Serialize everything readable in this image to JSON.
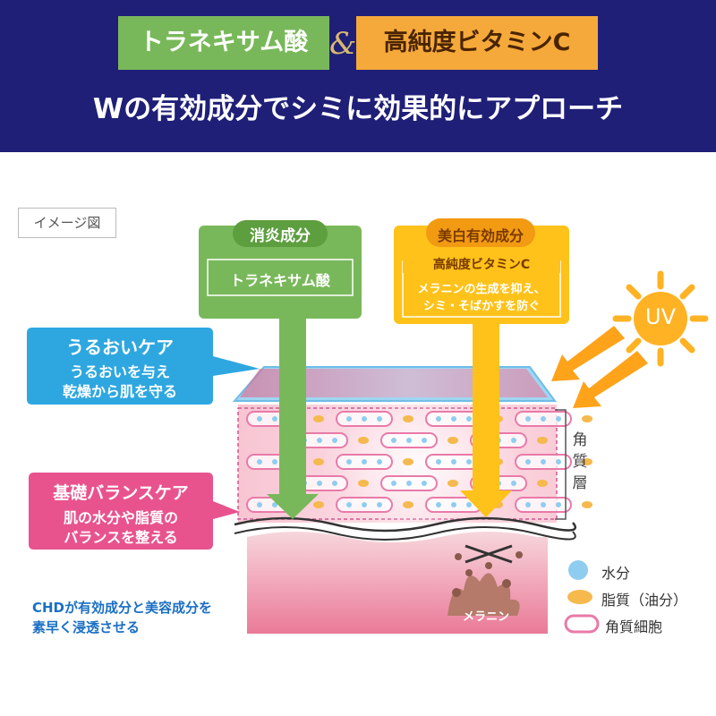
{
  "header": {
    "tag_left": "トラネキサム酸",
    "ampersand": "&",
    "tag_right": "高純度ビタミンC",
    "headline": "Wの有効成分でシミに効果的にアプローチ"
  },
  "diagram": {
    "image_label": "イメージ図",
    "green_box": {
      "title": "消炎成分",
      "item": "トラネキサム酸"
    },
    "yellow_box": {
      "title": "美白有効成分",
      "item": "高純度ビタミンC",
      "desc_line1": "メラニンの生成を抑え、",
      "desc_line2": "シミ・そばかすを防ぐ"
    },
    "uv_label": "UV",
    "blue_callout": {
      "title": "うるおいケア",
      "line1": "うるおいを与え",
      "line2": "乾燥から肌を守る"
    },
    "pink_callout": {
      "title": "基礎バランスケア",
      "line1": "肌の水分や脂質の",
      "line2": "バランスを整える"
    },
    "corneum_label": "角質層",
    "corneum_chars": [
      "角",
      "質",
      "層"
    ],
    "melanin_label": "メラニン",
    "bottom_note_line1": "CHDが有効成分と美容成分を",
    "bottom_note_line2": "素早く浸透させる",
    "legend": [
      {
        "label": "水分",
        "color": "#8fcdf0"
      },
      {
        "label": "脂質（油分）",
        "color": "#f5b94e"
      },
      {
        "label": "角質細胞",
        "color": "#e97aa8"
      }
    ]
  },
  "colors": {
    "navy": "#1f1f78",
    "green": "#79b85a",
    "orange": "#f5a93a",
    "yellow": "#ffc21a",
    "blue": "#2ea7e0",
    "pink": "#e8538e"
  }
}
